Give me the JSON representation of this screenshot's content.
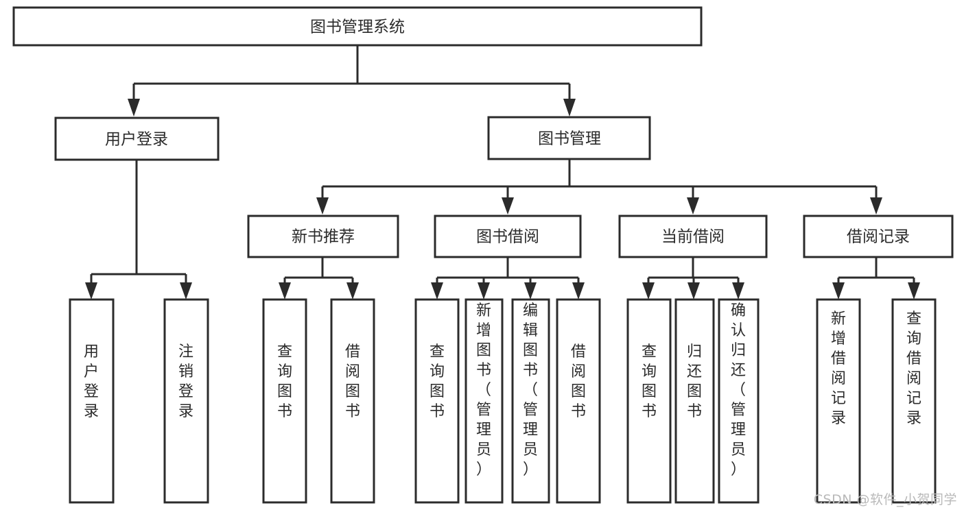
{
  "diagram": {
    "type": "tree-hierarchy-chart",
    "title": "图书管理系统",
    "colors": {
      "box_stroke": "#2b2b2b",
      "box_fill": "#ffffff",
      "text": "#2b2b2b",
      "connector": "#2b2b2b",
      "watermark": "#b9b9b9",
      "background": "#ffffff"
    },
    "root": {
      "label": "图书管理系统"
    },
    "level2": [
      {
        "id": "user-login",
        "label": "用户登录"
      },
      {
        "id": "book-management",
        "label": "图书管理"
      }
    ],
    "level3": [
      {
        "id": "new-book-recommend",
        "label": "新书推荐",
        "parent": "book-management"
      },
      {
        "id": "book-borrow",
        "label": "图书借阅",
        "parent": "book-management"
      },
      {
        "id": "current-borrow",
        "label": "当前借阅",
        "parent": "book-management"
      },
      {
        "id": "borrow-record",
        "label": "借阅记录",
        "parent": "book-management"
      }
    ],
    "leaves": {
      "user-login": [
        {
          "id": "leaf-user-login",
          "label": "用户登录"
        },
        {
          "id": "leaf-logout-login",
          "label": "注销登录"
        }
      ],
      "new-book-recommend": [
        {
          "id": "leaf-query-book-1",
          "label": "查询图书"
        },
        {
          "id": "leaf-borrow-book-1",
          "label": "借阅图书"
        }
      ],
      "book-borrow": [
        {
          "id": "leaf-query-book-2",
          "label": "查询图书"
        },
        {
          "id": "leaf-add-book-admin",
          "label": "新增图书（管理员）"
        },
        {
          "id": "leaf-edit-book-admin",
          "label": "编辑图书（管理员）"
        },
        {
          "id": "leaf-borrow-book-2",
          "label": "借阅图书"
        }
      ],
      "current-borrow": [
        {
          "id": "leaf-query-book-3",
          "label": "查询图书"
        },
        {
          "id": "leaf-return-book",
          "label": "归还图书"
        },
        {
          "id": "leaf-confirm-return-admin",
          "label": "确认归还（管理员）"
        }
      ],
      "borrow-record": [
        {
          "id": "leaf-add-borrow-record",
          "label": "新增借阅记录"
        },
        {
          "id": "leaf-query-borrow-record",
          "label": "查询借阅记录"
        }
      ]
    }
  },
  "watermark": {
    "text": "CSDN @软件_小贺同学"
  }
}
